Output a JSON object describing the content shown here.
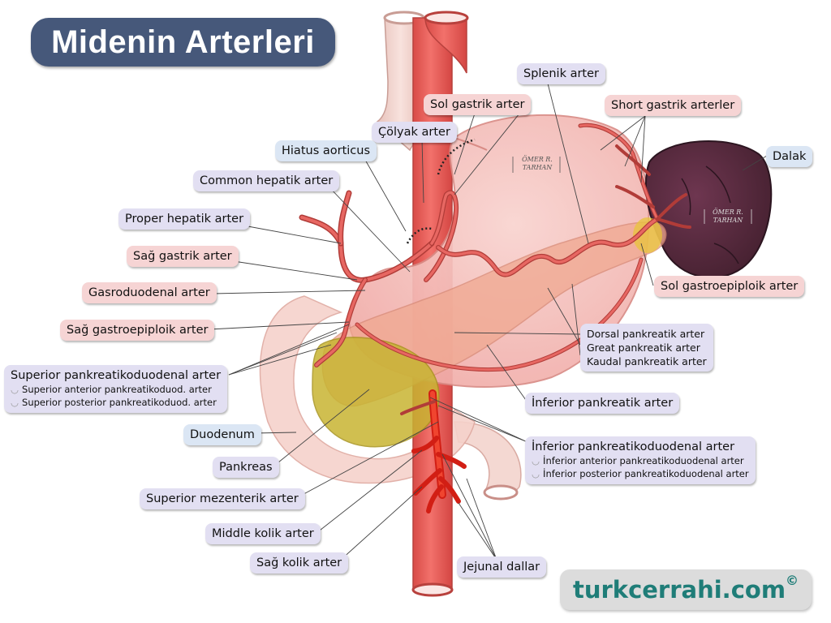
{
  "title": "Midenin Arterleri",
  "labels": {
    "splenik": "Splenik arter",
    "sol_gastrik": "Sol gastrik arter",
    "short_gastrik": "Short gastrik arterler",
    "colyak": "Çölyak arter",
    "hiatus": "Hiatus aorticus",
    "dalak": "Dalak",
    "common_hepatik": "Common hepatik arter",
    "proper_hepatik": "Proper hepatik arter",
    "sag_gastrik": "Sağ gastrik arter",
    "gasroduodenal": "Gasroduodenal arter",
    "sol_gastroepiploik": "Sol gastroepiploik arter",
    "sag_gastroepiploik": "Sağ gastroepiploik arter",
    "dorsal_pank": "Dorsal pankreatik arter",
    "great_pank": "Great pankreatik arter",
    "kaudal_pank": "Kaudal pankreatik arter",
    "sup_pankduo": "Superior pankreatikoduodenal arter",
    "sup_ant": "Superior anterior pankreatikoduod. arter",
    "sup_post": "Superior posterior pankreatikoduod. arter",
    "inf_pank": "İnferior pankreatik arter",
    "duodenum": "Duodenum",
    "inf_pankduo": "İnferior pankreatikoduodenal arter",
    "inf_ant": "İnferior anterior pankreatikoduodenal arter",
    "inf_post": "İnferior posterior pankreatikoduodenal arter",
    "pankreas": "Pankreas",
    "sup_mezenterik": "Superior mezenterik arter",
    "middle_kolik": "Middle kolik arter",
    "sag_kolik": "Sağ kolik arter",
    "jejunal": "Jejunal dallar"
  },
  "watermark_lines": [
    "ÖMER R.",
    "TARHAN"
  ],
  "brand": {
    "text": "turkcerrahi.com",
    "mark": "©"
  },
  "colors": {
    "title_bg": "#46587a",
    "artery": "#d9534f",
    "aorta": "#e8615c",
    "esophagus": "#f3d6d0",
    "stomach": "#f6c3c0",
    "spleen": "#5a2a3e",
    "pancreas": "#f0a090",
    "duodenum": "#c9b43a",
    "brand_text": "#1f7d78"
  }
}
